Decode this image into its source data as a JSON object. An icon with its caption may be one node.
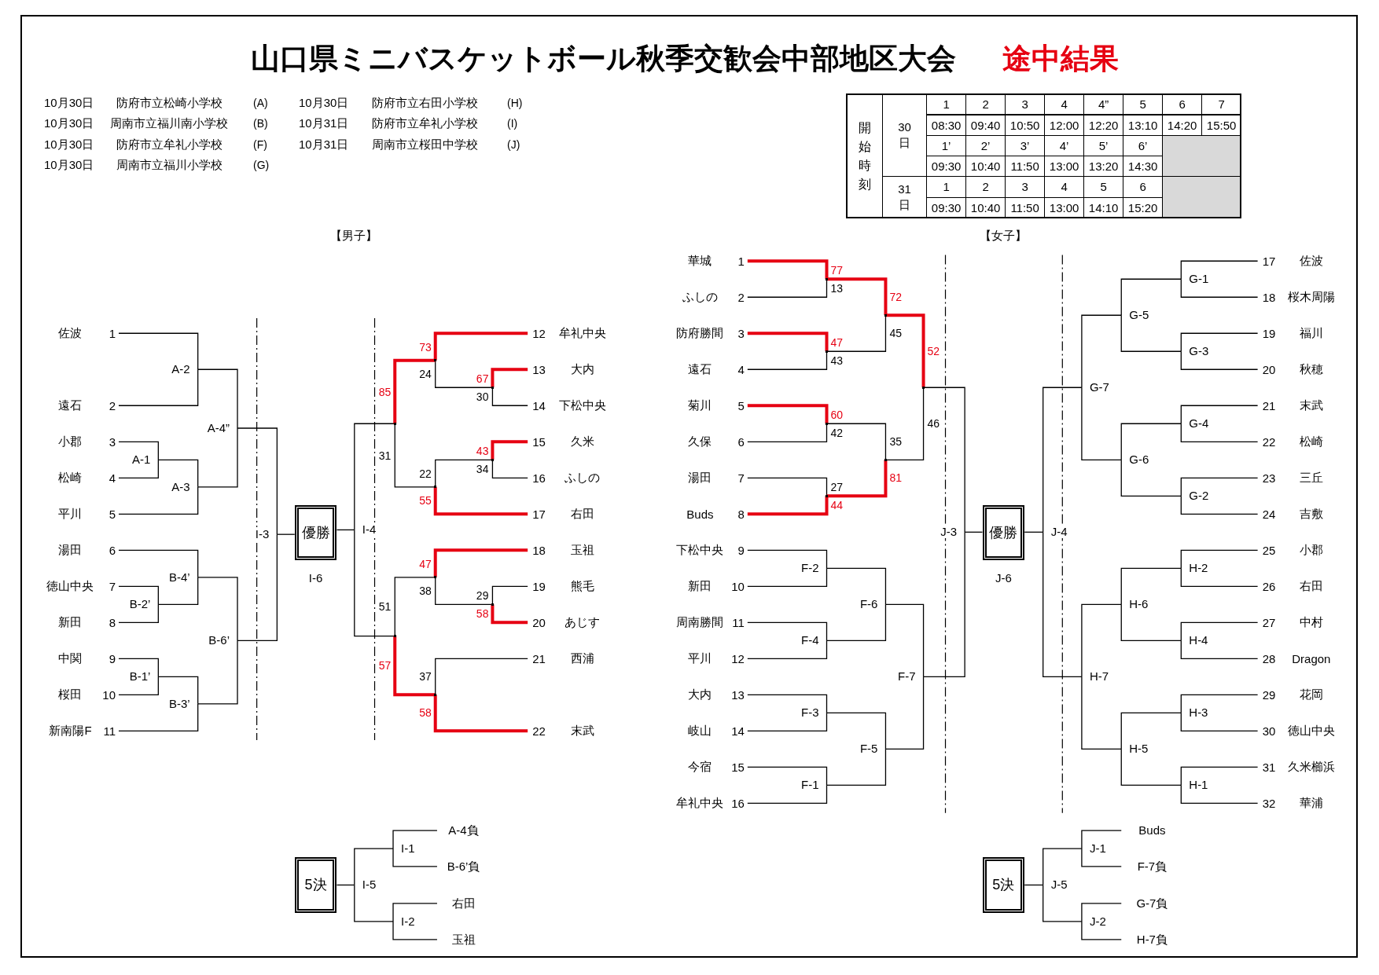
{
  "diagram": {
    "title": "山口県ミニバスケットボール秋季交歓会中部地区大会",
    "nodes": [
      {
        "text": [
          "佐波",
          "1"
        ]
      },
      {
        "text": [
          "遠石",
          "2"
        ]
      },
      {
        "text": [
          "小郡",
          "3"
        ]
      },
      {
        "text": [
          "松崎",
          "4"
        ]
      },
      {
        "text": [
          "平川",
          "5"
        ]
      },
      {
        "text": [
          "湯田",
          "6"
        ]
      },
      {
        "text": [
          "徳山中央",
          "7"
        ]
      },
      {
        "text": [
          "新田",
          "8"
        ]
      },
      {
        "text": [
          "中関",
          "9"
        ]
      },
      {
        "text": [
          "桜田",
          "10"
        ]
      },
      {
        "text": [
          "新南陽F",
          "11"
        ]
      },
      {
        "text": [
          "A-2"
        ]
      },
      {
        "text": [
          "A-1"
        ]
      },
      {
        "text": [
          "A-3"
        ]
      },
      {
        "text": [
          "A-4”"
        ]
      },
      {
        "text": [
          "B-4’"
        ]
      },
      {
        "text": [
          "B-2’"
        ]
      },
      {
        "text": [
          "B-6’"
        ]
      },
      {
        "text": [
          "B-1’"
        ]
      },
      {
        "text": [
          "B-3’"
        ]
      },
      {
        "text": [
          "I-3"
        ]
      },
      {
        "text": [
          "優勝"
        ],
        "beside": [
          "I-6"
        ]
      },
      {
        "text": [
          "I-4"
        ]
      },
      {
        "text": [],
        "shape": "point"
      },
      {
        "text": [],
        "shape": "point"
      },
      {
        "text": [],
        "shape": "point"
      },
      {
        "text": [],
        "shape": "point"
      },
      {
        "text": [],
        "shape": "point"
      },
      {
        "text": [],
        "shape": "point"
      },
      {
        "text": [],
        "shape": "point"
      },
      {
        "text": [],
        "shape": "point"
      },
      {
        "text": [],
        "shape": "point"
      },
      {
        "text": [
          "12",
          "牟礼中央"
        ]
      },
      {
        "text": [
          "13",
          "大内"
        ]
      },
      {
        "text": [
          "14",
          "下松中央"
        ]
      },
      {
        "text": [
          "15",
          "久米"
        ]
      },
      {
        "text": [
          "16",
          "ふしの"
        ]
      },
      {
        "text": [
          "17",
          "右田"
        ]
      },
      {
        "text": [
          "18",
          "玉祖"
        ]
      },
      {
        "text": [
          "19",
          "熊毛"
        ]
      },
      {
        "text": [
          "20",
          "あじす"
        ]
      },
      {
        "text": [
          "21",
          "西浦"
        ]
      },
      {
        "text": [
          "22",
          "末武"
        ]
      },
      {
        "text": [
          "5決"
        ]
      },
      {
        "text": [
          "I-5"
        ]
      },
      {
        "text": [
          "I-1"
        ]
      },
      {
        "text": [
          "I-2"
        ]
      },
      {
        "text": [
          "A-4負"
        ]
      },
      {
        "text": [
          "B-6’負"
        ]
      },
      {
        "text": [
          "右田"
        ]
      },
      {
        "text": [
          "玉祖"
        ]
      },
      {
        "text": [
          "華城",
          "1"
        ]
      },
      {
        "text": [
          "ふしの",
          "2"
        ]
      },
      {
        "text": [
          "防府勝間",
          "3"
        ]
      },
      {
        "text": [
          "遠石",
          "4"
        ]
      },
      {
        "text": [
          "菊川",
          "5"
        ]
      },
      {
        "text": [
          "久保",
          "6"
        ]
      },
      {
        "text": [
          "湯田",
          "7"
        ]
      },
      {
        "text": [
          "Buds",
          "8"
        ]
      },
      {
        "text": [
          "下松中央",
          "9"
        ]
      },
      {
        "text": [
          "新田",
          "10"
        ]
      },
      {
        "text": [
          "周南勝間",
          "11"
        ]
      },
      {
        "text": [
          "平川",
          "12"
        ]
      },
      {
        "text": [
          "大内",
          "13"
        ]
      },
      {
        "text": [
          "岐山",
          "14"
        ]
      },
      {
        "text": [
          "今宿",
          "15"
        ]
      },
      {
        "text": [
          "牟礼中央",
          "16"
        ]
      },
      {
        "text": [],
        "shape": "point"
      },
      {
        "text": [],
        "shape": "point"
      },
      {
        "text": [],
        "shape": "point"
      },
      {
        "text": [],
        "shape": "point"
      },
      {
        "text": [],
        "shape": "point"
      },
      {
        "text": [],
        "shape": "point"
      },
      {
        "text": [],
        "shape": "point"
      },
      {
        "text": [
          "F-2"
        ]
      },
      {
        "text": [
          "F-4"
        ]
      },
      {
        "text": [
          "F-6"
        ]
      },
      {
        "text": [
          "F-3"
        ]
      },
      {
        "text": [
          "F-1"
        ]
      },
      {
        "text": [
          "F-5"
        ]
      },
      {
        "text": [
          "F-7"
        ]
      },
      {
        "text": [
          "J-3"
        ]
      },
      {
        "text": [
          "優勝"
        ],
        "beside": [
          "J-6"
        ]
      },
      {
        "text": [
          "J-4"
        ]
      },
      {
        "text": [
          "G-7"
        ]
      },
      {
        "text": [
          "G-5"
        ]
      },
      {
        "text": [
          "G-1"
        ]
      },
      {
        "text": [
          "G-3"
        ]
      },
      {
        "text": [
          "G-6"
        ]
      },
      {
        "text": [
          "G-4"
        ]
      },
      {
        "text": [
          "G-2"
        ]
      },
      {
        "text": [
          "H-7"
        ]
      },
      {
        "text": [
          "H-6"
        ]
      },
      {
        "text": [
          "H-2"
        ]
      },
      {
        "text": [
          "H-4"
        ]
      },
      {
        "text": [
          "H-5"
        ]
      },
      {
        "text": [
          "H-3"
        ]
      },
      {
        "text": [
          "H-1"
        ]
      },
      {
        "text": [
          "17",
          "佐波"
        ]
      },
      {
        "text": [
          "18",
          "桜木周陽"
        ]
      },
      {
        "text": [
          "19",
          "福川"
        ]
      },
      {
        "text": [
          "20",
          "秋穂"
        ]
      },
      {
        "text": [
          "21",
          "末武"
        ]
      },
      {
        "text": [
          "22",
          "松崎"
        ]
      },
      {
        "text": [
          "23",
          "三丘"
        ]
      },
      {
        "text": [
          "24",
          "吉敷"
        ]
      },
      {
        "text": [
          "25",
          "小郡"
        ]
      },
      {
        "text": [
          "26",
          "右田"
        ]
      },
      {
        "text": [
          "27",
          "中村"
        ]
      },
      {
        "text": [
          "28",
          "Dragon"
        ]
      },
      {
        "text": [
          "29",
          "花岡"
        ]
      },
      {
        "text": [
          "30",
          "徳山中央"
        ]
      },
      {
        "text": [
          "31",
          "久米櫛浜"
        ]
      },
      {
        "text": [
          "32",
          "華浦"
        ]
      },
      {
        "text": [
          "5決"
        ]
      },
      {
        "text": [
          "J-5"
        ]
      },
      {
        "text": [
          "J-1"
        ]
      },
      {
        "text": [
          "J-2"
        ]
      },
      {
        "text": [
          "Buds"
        ]
      },
      {
        "text": [
          "F-7負"
        ]
      },
      {
        "text": [
          "G-7負"
        ]
      },
      {
        "text": [
          "H-7負"
        ]
      }
    ],
    "edges": [
      {
        "from": 0,
        "to": 11,
        "arrow": "none"
      },
      {
        "from": 1,
        "to": 11,
        "arrow": "none"
      },
      {
        "from": 2,
        "to": 12,
        "arrow": "none"
      },
      {
        "from": 3,
        "to": 12,
        "arrow": "none"
      },
      {
        "from": 12,
        "to": 13,
        "arrow": "none"
      },
      {
        "from": 4,
        "to": 13,
        "arrow": "none"
      },
      {
        "from": 11,
        "to": 14,
        "arrow": "none"
      },
      {
        "from": 13,
        "to": 14,
        "arrow": "none"
      },
      {
        "from": 5,
        "to": 15,
        "arrow": "none"
      },
      {
        "from": 6,
        "to": 16,
        "arrow": "none"
      },
      {
        "from": 7,
        "to": 16,
        "arrow": "none"
      },
      {
        "from": 16,
        "to": 15,
        "arrow": "none"
      },
      {
        "from": 15,
        "to": 17,
        "arrow": "none"
      },
      {
        "from": 8,
        "to": 18,
        "arrow": "none"
      },
      {
        "from": 9,
        "to": 18,
        "arrow": "none"
      },
      {
        "from": 18,
        "to": 19,
        "arrow": "none"
      },
      {
        "from": 10,
        "to": 19,
        "arrow": "none"
      },
      {
        "from": 19,
        "to": 17,
        "arrow": "none"
      },
      {
        "from": 14,
        "to": 20,
        "arrow": "none"
      },
      {
        "from": 17,
        "to": 20,
        "arrow": "none"
      },
      {
        "from": 20,
        "to": 21,
        "arrow": "none"
      },
      {
        "from": 22,
        "to": 21,
        "arrow": "none"
      },
      {
        "from": 23,
        "to": 22,
        "arrow": "none"
      },
      {
        "from": 28,
        "to": 22,
        "arrow": "none"
      },
      {
        "from": 32,
        "to": 24,
        "arrow": "none",
        "label": "73",
        "style": "thick",
        "color": "#e60012"
      },
      {
        "from": 25,
        "to": 24,
        "arrow": "none",
        "label": "24"
      },
      {
        "from": 33,
        "to": 25,
        "arrow": "none",
        "label": "67",
        "style": "thick",
        "color": "#e60012"
      },
      {
        "from": 34,
        "to": 25,
        "arrow": "none",
        "label": "30"
      },
      {
        "from": 24,
        "to": 23,
        "arrow": "none",
        "label": "85",
        "style": "thick",
        "color": "#e60012"
      },
      {
        "from": 26,
        "to": 23,
        "arrow": "none",
        "label": "31"
      },
      {
        "from": 27,
        "to": 26,
        "arrow": "none",
        "label": "22"
      },
      {
        "from": 37,
        "to": 26,
        "arrow": "none",
        "label": "55",
        "style": "thick",
        "color": "#e60012"
      },
      {
        "from": 35,
        "to": 27,
        "arrow": "none",
        "label": "43",
        "style": "thick",
        "color": "#e60012"
      },
      {
        "from": 36,
        "to": 27,
        "arrow": "none",
        "label": "34"
      },
      {
        "from": 29,
        "to": 28,
        "arrow": "none",
        "label": "51"
      },
      {
        "from": 31,
        "to": 28,
        "arrow": "none",
        "label": "57",
        "style": "thick",
        "color": "#e60012"
      },
      {
        "from": 38,
        "to": 29,
        "arrow": "none",
        "label": "47",
        "style": "thick",
        "color": "#e60012"
      },
      {
        "from": 30,
        "to": 29,
        "arrow": "none",
        "label": "38"
      },
      {
        "from": 39,
        "to": 30,
        "arrow": "none",
        "label": "29"
      },
      {
        "from": 40,
        "to": 30,
        "arrow": "none",
        "label": "58",
        "style": "thick",
        "color": "#e60012"
      },
      {
        "from": 41,
        "to": 31,
        "arrow": "none",
        "label": "37"
      },
      {
        "from": 42,
        "to": 31,
        "arrow": "none",
        "label": "58",
        "style": "thick",
        "color": "#e60012"
      },
      {
        "from": 44,
        "to": 43,
        "arrow": "none"
      },
      {
        "from": 45,
        "to": 44,
        "arrow": "none"
      },
      {
        "from": 46,
        "to": 44,
        "arrow": "none"
      },
      {
        "from": 47,
        "to": 45,
        "arrow": "none"
      },
      {
        "from": 48,
        "to": 45,
        "arrow": "none"
      },
      {
        "from": 49,
        "to": 46,
        "arrow": "none"
      },
      {
        "from": 50,
        "to": 46,
        "arrow": "none"
      },
      {
        "from": 51,
        "to": 67,
        "arrow": "none",
        "label": "77",
        "style": "thick",
        "color": "#e60012"
      },
      {
        "from": 52,
        "to": 67,
        "arrow": "none",
        "label": "13"
      },
      {
        "from": 53,
        "to": 68,
        "arrow": "none",
        "label": "47",
        "style": "thick",
        "color": "#e60012"
      },
      {
        "from": 54,
        "to": 68,
        "arrow": "none",
        "label": "43"
      },
      {
        "from": 55,
        "to": 69,
        "arrow": "none",
        "label": "60",
        "style": "thick",
        "color": "#e60012"
      },
      {
        "from": 56,
        "to": 69,
        "arrow": "none",
        "label": "42"
      },
      {
        "from": 57,
        "to": 70,
        "arrow": "none",
        "label": "27"
      },
      {
        "from": 58,
        "to": 70,
        "arrow": "none",
        "label": "44",
        "style": "thick",
        "color": "#e60012"
      },
      {
        "from": 67,
        "to": 71,
        "arrow": "none",
        "label": "72",
        "style": "thick",
        "color": "#e60012"
      },
      {
        "from": 68,
        "to": 71,
        "arrow": "none",
        "label": "45"
      },
      {
        "from": 69,
        "to": 72,
        "arrow": "none",
        "label": "35"
      },
      {
        "from": 70,
        "to": 72,
        "arrow": "none",
        "label": "81",
        "style": "thick",
        "color": "#e60012"
      },
      {
        "from": 71,
        "to": 73,
        "arrow": "none",
        "label": "52",
        "style": "thick",
        "color": "#e60012"
      },
      {
        "from": 72,
        "to": 73,
        "arrow": "none",
        "label": "46"
      },
      {
        "from": 73,
        "to": 81,
        "arrow": "none"
      },
      {
        "from": 59,
        "to": 74,
        "arrow": "none"
      },
      {
        "from": 60,
        "to": 74,
        "arrow": "none"
      },
      {
        "from": 61,
        "to": 75,
        "arrow": "none"
      },
      {
        "from": 62,
        "to": 75,
        "arrow": "none"
      },
      {
        "from": 74,
        "to": 76,
        "arrow": "none"
      },
      {
        "from": 75,
        "to": 76,
        "arrow": "none"
      },
      {
        "from": 63,
        "to": 77,
        "arrow": "none"
      },
      {
        "from": 64,
        "to": 77,
        "arrow": "none"
      },
      {
        "from": 65,
        "to": 78,
        "arrow": "none"
      },
      {
        "from": 66,
        "to": 78,
        "arrow": "none"
      },
      {
        "from": 77,
        "to": 79,
        "arrow": "none"
      },
      {
        "from": 78,
        "to": 79,
        "arrow": "none"
      },
      {
        "from": 76,
        "to": 80,
        "arrow": "none"
      },
      {
        "from": 79,
        "to": 80,
        "arrow": "none"
      },
      {
        "from": 80,
        "to": 81,
        "arrow": "none"
      },
      {
        "from": 81,
        "to": 82,
        "arrow": "none"
      },
      {
        "from": 83,
        "to": 82,
        "arrow": "none"
      },
      {
        "from": 84,
        "to": 83,
        "arrow": "none"
      },
      {
        "from": 91,
        "to": 83,
        "arrow": "none"
      },
      {
        "from": 85,
        "to": 84,
        "arrow": "none"
      },
      {
        "from": 88,
        "to": 84,
        "arrow": "none"
      },
      {
        "from": 86,
        "to": 85,
        "arrow": "none"
      },
      {
        "from": 87,
        "to": 85,
        "arrow": "none"
      },
      {
        "from": 98,
        "to": 86,
        "arrow": "none"
      },
      {
        "from": 99,
        "to": 86,
        "arrow": "none"
      },
      {
        "from": 100,
        "to": 87,
        "arrow": "none"
      },
      {
        "from": 101,
        "to": 87,
        "arrow": "none"
      },
      {
        "from": 89,
        "to": 88,
        "arrow": "none"
      },
      {
        "from": 90,
        "to": 88,
        "arrow": "none"
      },
      {
        "from": 102,
        "to": 89,
        "arrow": "none"
      },
      {
        "from": 103,
        "to": 89,
        "arrow": "none"
      },
      {
        "from": 104,
        "to": 90,
        "arrow": "none"
      },
      {
        "from": 105,
        "to": 90,
        "arrow": "none"
      },
      {
        "from": 92,
        "to": 91,
        "arrow": "none"
      },
      {
        "from": 95,
        "to": 91,
        "arrow": "none"
      },
      {
        "from": 93,
        "to": 92,
        "arrow": "none"
      },
      {
        "from": 94,
        "to": 92,
        "arrow": "none"
      },
      {
        "from": 106,
        "to": 93,
        "arrow": "none"
      },
      {
        "from": 107,
        "to": 93,
        "arrow": "none"
      },
      {
        "from": 108,
        "to": 94,
        "arrow": "none"
      },
      {
        "from": 109,
        "to": 94,
        "arrow": "none"
      },
      {
        "from": 96,
        "to": 95,
        "arrow": "none"
      },
      {
        "from": 97,
        "to": 95,
        "arrow": "none"
      },
      {
        "from": 110,
        "to": 96,
        "arrow": "none"
      },
      {
        "from": 111,
        "to": 96,
        "arrow": "none"
      },
      {
        "from": 112,
        "to": 97,
        "arrow": "none"
      },
      {
        "from": 113,
        "to": 97,
        "arrow": "none"
      },
      {
        "from": 115,
        "to": 114,
        "arrow": "none"
      },
      {
        "from": 116,
        "to": 115,
        "arrow": "none"
      },
      {
        "from": 117,
        "to": 115,
        "arrow": "none"
      },
      {
        "from": 118,
        "to": 116,
        "arrow": "none"
      },
      {
        "from": 119,
        "to": 116,
        "arrow": "none"
      },
      {
        "from": 120,
        "to": 117,
        "arrow": "none"
      },
      {
        "from": 121,
        "to": 117,
        "arrow": "none"
      }
    ],
    "labels": [
      "途中結果",
      "10月30日",
      "防府市立松崎小学校",
      "(A)",
      "10月30日",
      "防府市立右田小学校",
      "(H)",
      "10月30日",
      "周南市立福川南小学校",
      "(B)",
      "10月31日",
      "防府市立牟礼小学校",
      "(I)",
      "10月30日",
      "防府市立牟礼小学校",
      "(F)",
      "10月31日",
      "周南市立桜田中学校",
      "(J)",
      "10月30日",
      "周南市立福川小学校",
      "(G)",
      "開始時刻",
      "30日",
      "1",
      "2",
      "3",
      "4",
      "4”",
      "5",
      "6",
      "7",
      "08:30",
      "09:40",
      "10:50",
      "12:00",
      "12:20",
      "13:10",
      "14:20",
      "15:50",
      "1’",
      "2’",
      "3’",
      "4’",
      "5’",
      "6’",
      "09:30",
      "10:40",
      "11:50",
      "13:00",
      "13:20",
      "14:30",
      "31日",
      "1",
      "2",
      "3",
      "4",
      "5",
      "6",
      "09:30",
      "10:40",
      "11:50",
      "13:00",
      "14:10",
      "15:20",
      "【男子】",
      "【女子】"
    ]
  }
}
